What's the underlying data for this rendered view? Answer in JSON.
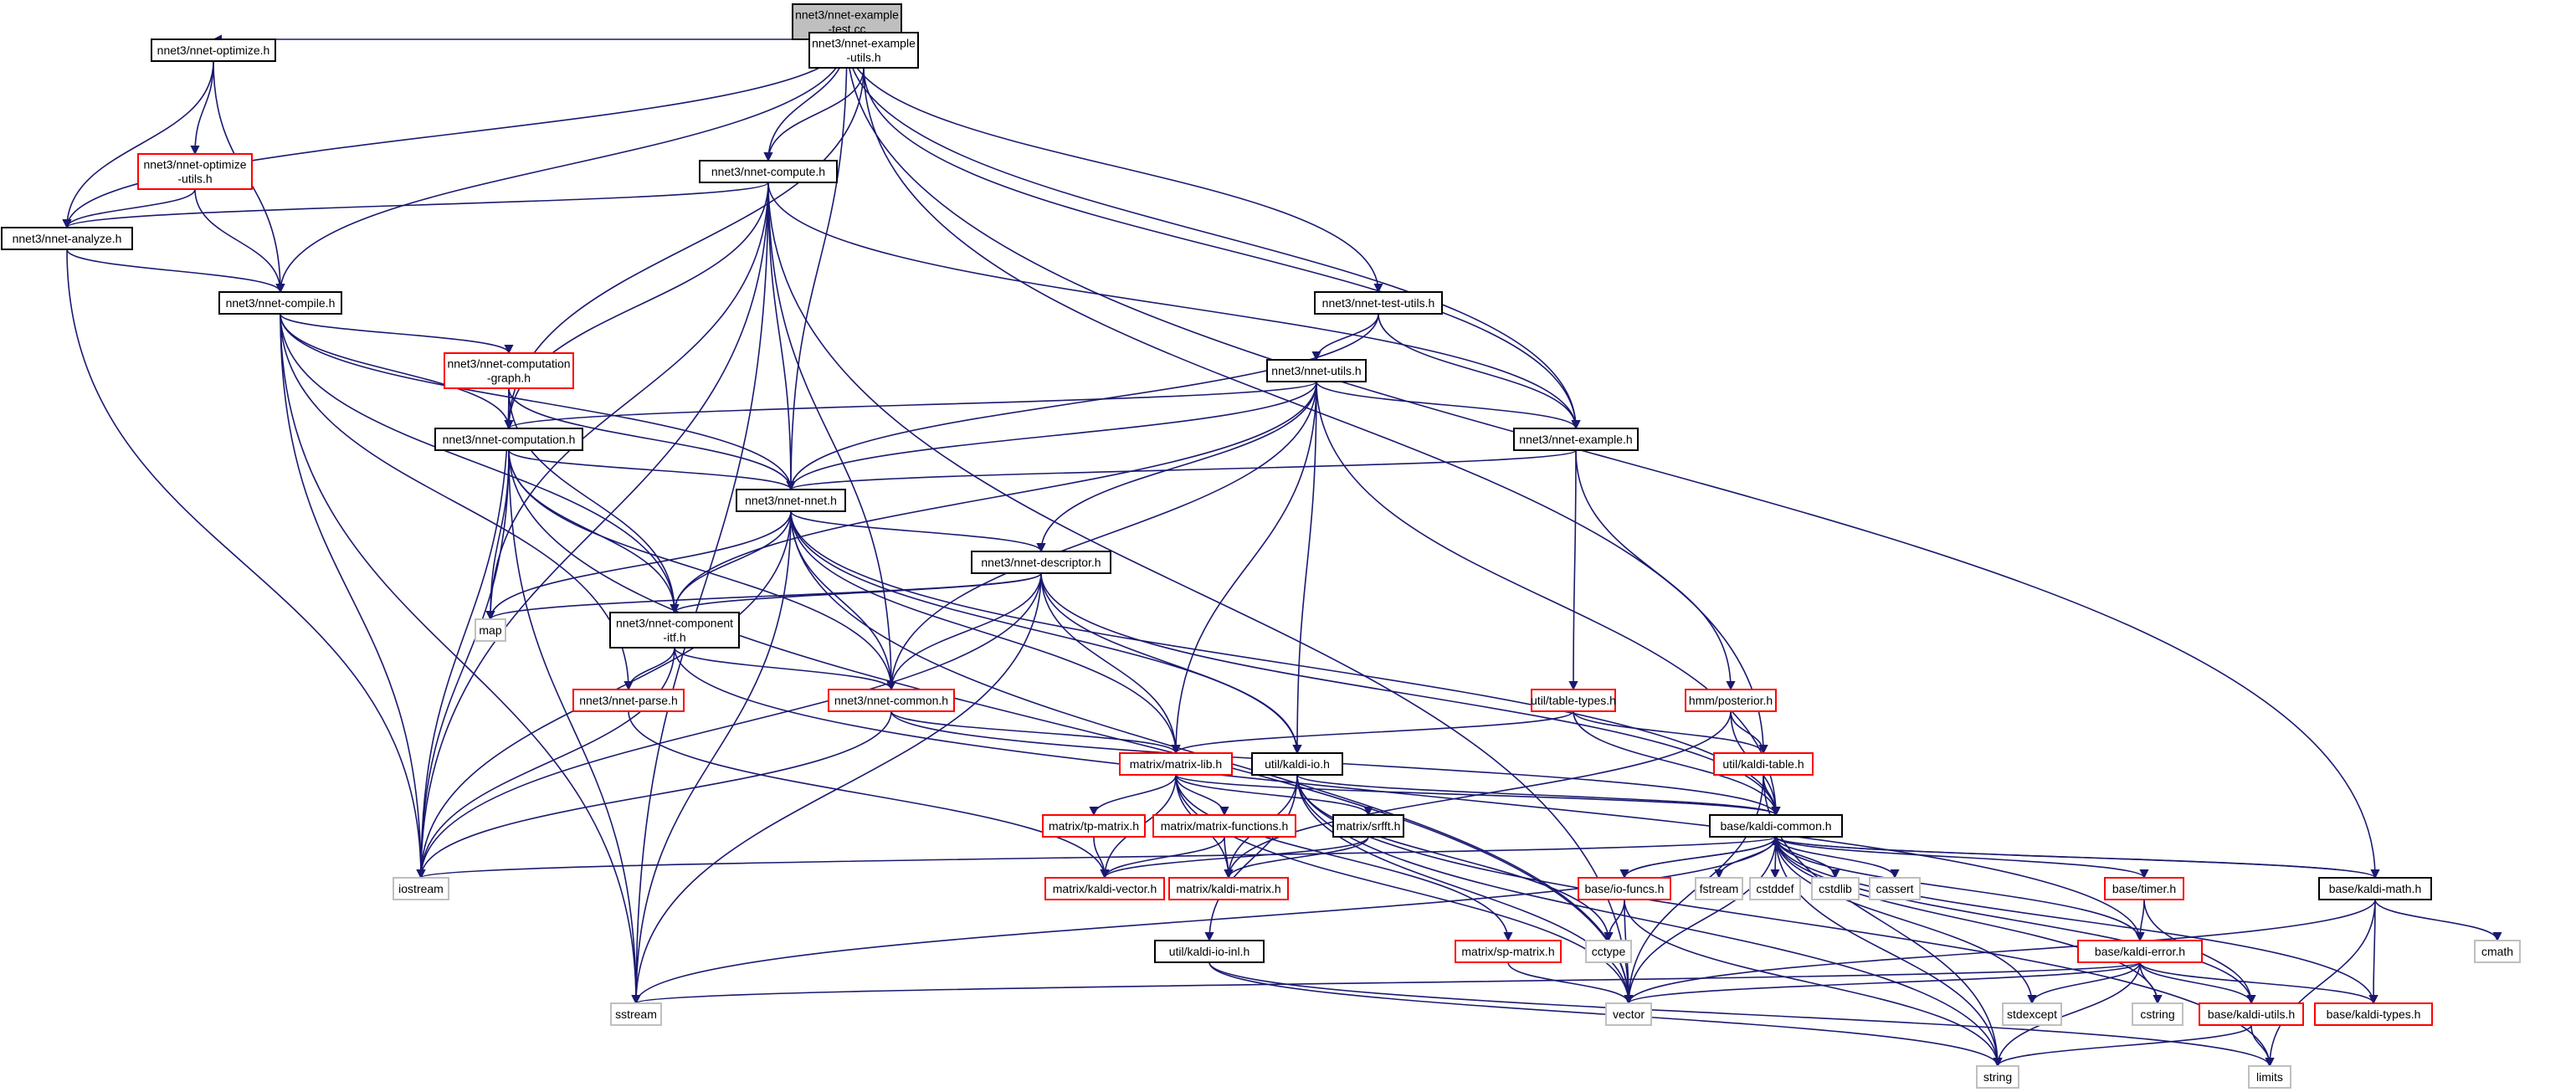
{
  "colors": {
    "edge": "#191970",
    "node_default_border": "#000000",
    "node_truncated_border": "#ff0000",
    "node_external_border": "#bfbfbf",
    "node_root_fill": "#bfbfbf"
  },
  "nodes": [
    {
      "id": "root",
      "lines": [
        "nnet3/nnet-example",
        "-test.cc"
      ],
      "kind": "root"
    },
    {
      "id": "optimize",
      "lines": [
        "nnet3/nnet-optimize.h"
      ],
      "kind": "default"
    },
    {
      "id": "exutils",
      "lines": [
        "nnet3/nnet-example",
        "-utils.h"
      ],
      "kind": "default"
    },
    {
      "id": "optutils",
      "lines": [
        "nnet3/nnet-optimize",
        "-utils.h"
      ],
      "kind": "truncated"
    },
    {
      "id": "compute",
      "lines": [
        "nnet3/nnet-compute.h"
      ],
      "kind": "default"
    },
    {
      "id": "analyze",
      "lines": [
        "nnet3/nnet-analyze.h"
      ],
      "kind": "default"
    },
    {
      "id": "compile",
      "lines": [
        "nnet3/nnet-compile.h"
      ],
      "kind": "default"
    },
    {
      "id": "testutils",
      "lines": [
        "nnet3/nnet-test-utils.h"
      ],
      "kind": "default"
    },
    {
      "id": "compgraph",
      "lines": [
        "nnet3/nnet-computation",
        "-graph.h"
      ],
      "kind": "truncated"
    },
    {
      "id": "nnutils",
      "lines": [
        "nnet3/nnet-utils.h"
      ],
      "kind": "default"
    },
    {
      "id": "computation",
      "lines": [
        "nnet3/nnet-computation.h"
      ],
      "kind": "default"
    },
    {
      "id": "example",
      "lines": [
        "nnet3/nnet-example.h"
      ],
      "kind": "default"
    },
    {
      "id": "nnet",
      "lines": [
        "nnet3/nnet-nnet.h"
      ],
      "kind": "default"
    },
    {
      "id": "descriptor",
      "lines": [
        "nnet3/nnet-descriptor.h"
      ],
      "kind": "default"
    },
    {
      "id": "map",
      "lines": [
        "map"
      ],
      "kind": "external"
    },
    {
      "id": "compitf",
      "lines": [
        "nnet3/nnet-component",
        "-itf.h"
      ],
      "kind": "default"
    },
    {
      "id": "parse",
      "lines": [
        "nnet3/nnet-parse.h"
      ],
      "kind": "truncated"
    },
    {
      "id": "common",
      "lines": [
        "nnet3/nnet-common.h"
      ],
      "kind": "truncated"
    },
    {
      "id": "tabletypes",
      "lines": [
        "util/table-types.h"
      ],
      "kind": "truncated"
    },
    {
      "id": "posterior",
      "lines": [
        "hmm/posterior.h"
      ],
      "kind": "truncated"
    },
    {
      "id": "matrixlib",
      "lines": [
        "matrix/matrix-lib.h"
      ],
      "kind": "truncated"
    },
    {
      "id": "kaldiio",
      "lines": [
        "util/kaldi-io.h"
      ],
      "kind": "default"
    },
    {
      "id": "kalditable",
      "lines": [
        "util/kaldi-table.h"
      ],
      "kind": "truncated"
    },
    {
      "id": "tpmatrix",
      "lines": [
        "matrix/tp-matrix.h"
      ],
      "kind": "truncated"
    },
    {
      "id": "matfuncs",
      "lines": [
        "matrix/matrix-functions.h"
      ],
      "kind": "truncated"
    },
    {
      "id": "srfft",
      "lines": [
        "matrix/srfft.h"
      ],
      "kind": "default"
    },
    {
      "id": "kaldicommon",
      "lines": [
        "base/kaldi-common.h"
      ],
      "kind": "default"
    },
    {
      "id": "iostream",
      "lines": [
        "iostream"
      ],
      "kind": "external"
    },
    {
      "id": "kaldivector",
      "lines": [
        "matrix/kaldi-vector.h"
      ],
      "kind": "truncated"
    },
    {
      "id": "kaldimatrix",
      "lines": [
        "matrix/kaldi-matrix.h"
      ],
      "kind": "truncated"
    },
    {
      "id": "iofuncs",
      "lines": [
        "base/io-funcs.h"
      ],
      "kind": "truncated"
    },
    {
      "id": "fstream",
      "lines": [
        "fstream"
      ],
      "kind": "external"
    },
    {
      "id": "cstddef",
      "lines": [
        "cstddef"
      ],
      "kind": "external"
    },
    {
      "id": "cstdlib",
      "lines": [
        "cstdlib"
      ],
      "kind": "external"
    },
    {
      "id": "cassert",
      "lines": [
        "cassert"
      ],
      "kind": "external"
    },
    {
      "id": "timer",
      "lines": [
        "base/timer.h"
      ],
      "kind": "truncated"
    },
    {
      "id": "kaldimath",
      "lines": [
        "base/kaldi-math.h"
      ],
      "kind": "default"
    },
    {
      "id": "cctype",
      "lines": [
        "cctype"
      ],
      "kind": "external"
    },
    {
      "id": "kaldiioinl",
      "lines": [
        "util/kaldi-io-inl.h"
      ],
      "kind": "default"
    },
    {
      "id": "spmatrix",
      "lines": [
        "matrix/sp-matrix.h"
      ],
      "kind": "truncated"
    },
    {
      "id": "kaldierror",
      "lines": [
        "base/kaldi-error.h"
      ],
      "kind": "truncated"
    },
    {
      "id": "cmath",
      "lines": [
        "cmath"
      ],
      "kind": "external"
    },
    {
      "id": "sstream",
      "lines": [
        "sstream"
      ],
      "kind": "external"
    },
    {
      "id": "vector",
      "lines": [
        "vector"
      ],
      "kind": "external"
    },
    {
      "id": "stdexcept",
      "lines": [
        "stdexcept"
      ],
      "kind": "external"
    },
    {
      "id": "cstring",
      "lines": [
        "cstring"
      ],
      "kind": "external"
    },
    {
      "id": "kaldiutils",
      "lines": [
        "base/kaldi-utils.h"
      ],
      "kind": "truncated"
    },
    {
      "id": "kalditypes",
      "lines": [
        "base/kaldi-types.h"
      ],
      "kind": "truncated"
    },
    {
      "id": "string",
      "lines": [
        "string"
      ],
      "kind": "external"
    },
    {
      "id": "limits",
      "lines": [
        "limits"
      ],
      "kind": "external"
    }
  ],
  "edges": [
    [
      "root",
      "optimize"
    ],
    [
      "root",
      "exutils"
    ],
    [
      "root",
      "compute"
    ],
    [
      "root",
      "analyze"
    ],
    [
      "root",
      "compile"
    ],
    [
      "root",
      "testutils"
    ],
    [
      "root",
      "example"
    ],
    [
      "root",
      "nnet"
    ],
    [
      "root",
      "kaldimath"
    ],
    [
      "optimize",
      "optutils"
    ],
    [
      "optimize",
      "analyze"
    ],
    [
      "optimize",
      "compile"
    ],
    [
      "optutils",
      "analyze"
    ],
    [
      "optutils",
      "compile"
    ],
    [
      "exutils",
      "compute"
    ],
    [
      "exutils",
      "computation"
    ],
    [
      "exutils",
      "example"
    ],
    [
      "exutils",
      "kalditable"
    ],
    [
      "compute",
      "analyze"
    ],
    [
      "compute",
      "computation"
    ],
    [
      "compute",
      "nnet"
    ],
    [
      "compute",
      "common"
    ],
    [
      "compute",
      "map"
    ],
    [
      "compute",
      "iostream"
    ],
    [
      "compute",
      "sstream"
    ],
    [
      "compute",
      "example"
    ],
    [
      "compute",
      "vector"
    ],
    [
      "analyze",
      "compile"
    ],
    [
      "analyze",
      "iostream"
    ],
    [
      "compile",
      "compgraph"
    ],
    [
      "compile",
      "computation"
    ],
    [
      "compile",
      "nnet"
    ],
    [
      "compile",
      "compitf"
    ],
    [
      "compile",
      "iostream"
    ],
    [
      "compile",
      "parse"
    ],
    [
      "compile",
      "sstream"
    ],
    [
      "compgraph",
      "computation"
    ],
    [
      "compgraph",
      "nnet"
    ],
    [
      "compgraph",
      "compitf"
    ],
    [
      "compgraph",
      "iostream"
    ],
    [
      "testutils",
      "nnutils"
    ],
    [
      "testutils",
      "nnet"
    ],
    [
      "testutils",
      "example"
    ],
    [
      "nnutils",
      "computation"
    ],
    [
      "nnutils",
      "example"
    ],
    [
      "nnutils",
      "nnet"
    ],
    [
      "nnutils",
      "descriptor"
    ],
    [
      "nnutils",
      "compitf"
    ],
    [
      "nnutils",
      "common"
    ],
    [
      "nnutils",
      "matrixlib"
    ],
    [
      "nnutils",
      "kaldiio"
    ],
    [
      "nnutils",
      "kaldicommon"
    ],
    [
      "computation",
      "nnet"
    ],
    [
      "computation",
      "map"
    ],
    [
      "computation",
      "iostream"
    ],
    [
      "computation",
      "sstream"
    ],
    [
      "computation",
      "compitf"
    ],
    [
      "computation",
      "common"
    ],
    [
      "computation",
      "vector"
    ],
    [
      "example",
      "nnet"
    ],
    [
      "example",
      "tabletypes"
    ],
    [
      "example",
      "posterior"
    ],
    [
      "nnet",
      "descriptor"
    ],
    [
      "nnet",
      "compitf"
    ],
    [
      "nnet",
      "common"
    ],
    [
      "nnet",
      "map"
    ],
    [
      "nnet",
      "iostream"
    ],
    [
      "nnet",
      "sstream"
    ],
    [
      "nnet",
      "vector"
    ],
    [
      "nnet",
      "matrixlib"
    ],
    [
      "nnet",
      "kaldiio"
    ],
    [
      "nnet",
      "kaldicommon"
    ],
    [
      "descriptor",
      "compitf"
    ],
    [
      "descriptor",
      "common"
    ],
    [
      "descriptor",
      "map"
    ],
    [
      "descriptor",
      "iostream"
    ],
    [
      "descriptor",
      "sstream"
    ],
    [
      "descriptor",
      "matrixlib"
    ],
    [
      "descriptor",
      "kaldiio"
    ],
    [
      "descriptor",
      "kaldicommon"
    ],
    [
      "compitf",
      "parse"
    ],
    [
      "compitf",
      "common"
    ],
    [
      "compitf",
      "iostream"
    ],
    [
      "compitf",
      "kaldierror"
    ],
    [
      "parse",
      "kaldivector"
    ],
    [
      "common",
      "iostream"
    ],
    [
      "common",
      "matrixlib"
    ],
    [
      "common",
      "kaldicommon"
    ],
    [
      "tabletypes",
      "matrixlib"
    ],
    [
      "tabletypes",
      "kalditable"
    ],
    [
      "tabletypes",
      "kaldicommon"
    ],
    [
      "posterior",
      "kalditable"
    ],
    [
      "posterior",
      "kaldicommon"
    ],
    [
      "posterior",
      "kaldimatrix"
    ],
    [
      "matrixlib",
      "tpmatrix"
    ],
    [
      "matrixlib",
      "matfuncs"
    ],
    [
      "matrixlib",
      "srfft"
    ],
    [
      "matrixlib",
      "kaldivector"
    ],
    [
      "matrixlib",
      "kaldimatrix"
    ],
    [
      "matrixlib",
      "kaldicommon"
    ],
    [
      "matrixlib",
      "spmatrix"
    ],
    [
      "matrixlib",
      "vector"
    ],
    [
      "kaldiio",
      "kaldicommon"
    ],
    [
      "kaldiio",
      "kaldiioinl"
    ],
    [
      "kaldiio",
      "kaldimatrix"
    ],
    [
      "kaldiio",
      "vector"
    ],
    [
      "kaldiio",
      "cctype"
    ],
    [
      "kaldiio",
      "limits"
    ],
    [
      "kaldiio",
      "string"
    ],
    [
      "kalditable",
      "kaldicommon"
    ],
    [
      "kalditable",
      "vector"
    ],
    [
      "kalditable",
      "string"
    ],
    [
      "tpmatrix",
      "kaldivector"
    ],
    [
      "matfuncs",
      "kaldivector"
    ],
    [
      "matfuncs",
      "kaldimatrix"
    ],
    [
      "srfft",
      "kaldivector"
    ],
    [
      "srfft",
      "kaldimatrix"
    ],
    [
      "kaldicommon",
      "iostream"
    ],
    [
      "kaldicommon",
      "iofuncs"
    ],
    [
      "kaldicommon",
      "fstream"
    ],
    [
      "kaldicommon",
      "cstddef"
    ],
    [
      "kaldicommon",
      "cstdlib"
    ],
    [
      "kaldicommon",
      "cassert"
    ],
    [
      "kaldicommon",
      "timer"
    ],
    [
      "kaldicommon",
      "kaldimath"
    ],
    [
      "kaldicommon",
      "sstream"
    ],
    [
      "kaldicommon",
      "vector"
    ],
    [
      "kaldicommon",
      "stdexcept"
    ],
    [
      "kaldicommon",
      "cstring"
    ],
    [
      "kaldicommon",
      "kaldiutils"
    ],
    [
      "kaldicommon",
      "kalditypes"
    ],
    [
      "kaldicommon",
      "kaldierror"
    ],
    [
      "kaldicommon",
      "string"
    ],
    [
      "iofuncs",
      "kaldicommon"
    ],
    [
      "iofuncs",
      "cctype"
    ],
    [
      "iofuncs",
      "vector"
    ],
    [
      "iofuncs",
      "string"
    ],
    [
      "timer",
      "kaldierror"
    ],
    [
      "timer",
      "kaldiutils"
    ],
    [
      "kaldimath",
      "kaldicommon"
    ],
    [
      "kaldimath",
      "cmath"
    ],
    [
      "kaldimath",
      "limits"
    ],
    [
      "kaldimath",
      "vector"
    ],
    [
      "kaldimath",
      "kalditypes"
    ],
    [
      "kaldiioinl",
      "limits"
    ],
    [
      "kaldiioinl",
      "string"
    ],
    [
      "spmatrix",
      "vector"
    ],
    [
      "kaldierror",
      "stdexcept"
    ],
    [
      "kaldierror",
      "cstring"
    ],
    [
      "kaldierror",
      "sstream"
    ],
    [
      "kaldierror",
      "vector"
    ],
    [
      "kaldierror",
      "kaldiutils"
    ],
    [
      "kaldierror",
      "kalditypes"
    ],
    [
      "kaldierror",
      "string"
    ],
    [
      "kaldiutils",
      "limits"
    ],
    [
      "kaldiutils",
      "string"
    ]
  ]
}
